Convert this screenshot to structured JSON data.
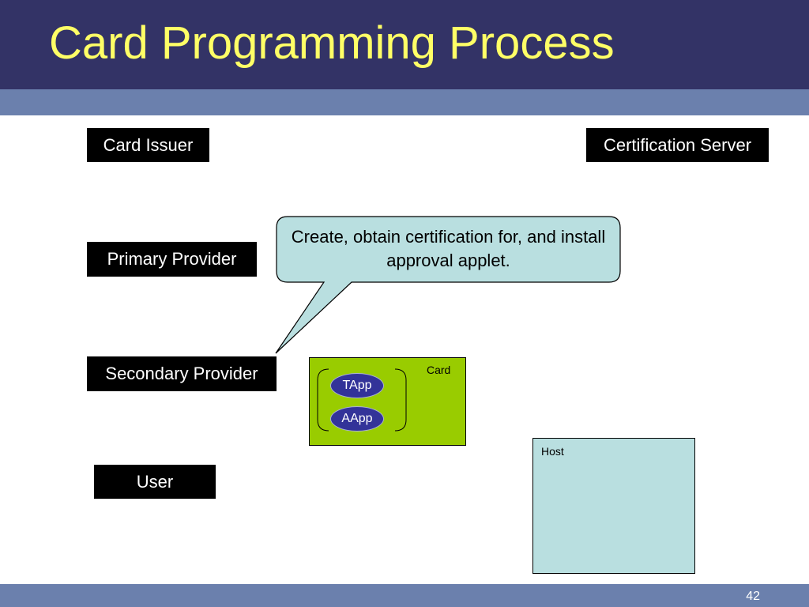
{
  "slide": {
    "title": "Card Programming Process",
    "number": "42"
  },
  "roles": {
    "card_issuer": "Card Issuer",
    "certification_server": "Certification Server",
    "primary_provider": "Primary Provider",
    "secondary_provider": "Secondary Provider",
    "user": "User"
  },
  "callout": {
    "text": "Create, obtain certification for, and install approval applet."
  },
  "card": {
    "label": "Card",
    "apps": [
      "TApp",
      "AApp"
    ]
  },
  "host": {
    "label": "Host"
  },
  "colors": {
    "title_bar": "#333366",
    "title_text": "#ffff66",
    "accent_band": "#6b80ad",
    "callout_fill": "#b9dfe0",
    "card_fill": "#99cc00",
    "app_fill": "#333399",
    "host_fill": "#b9dfe0"
  }
}
